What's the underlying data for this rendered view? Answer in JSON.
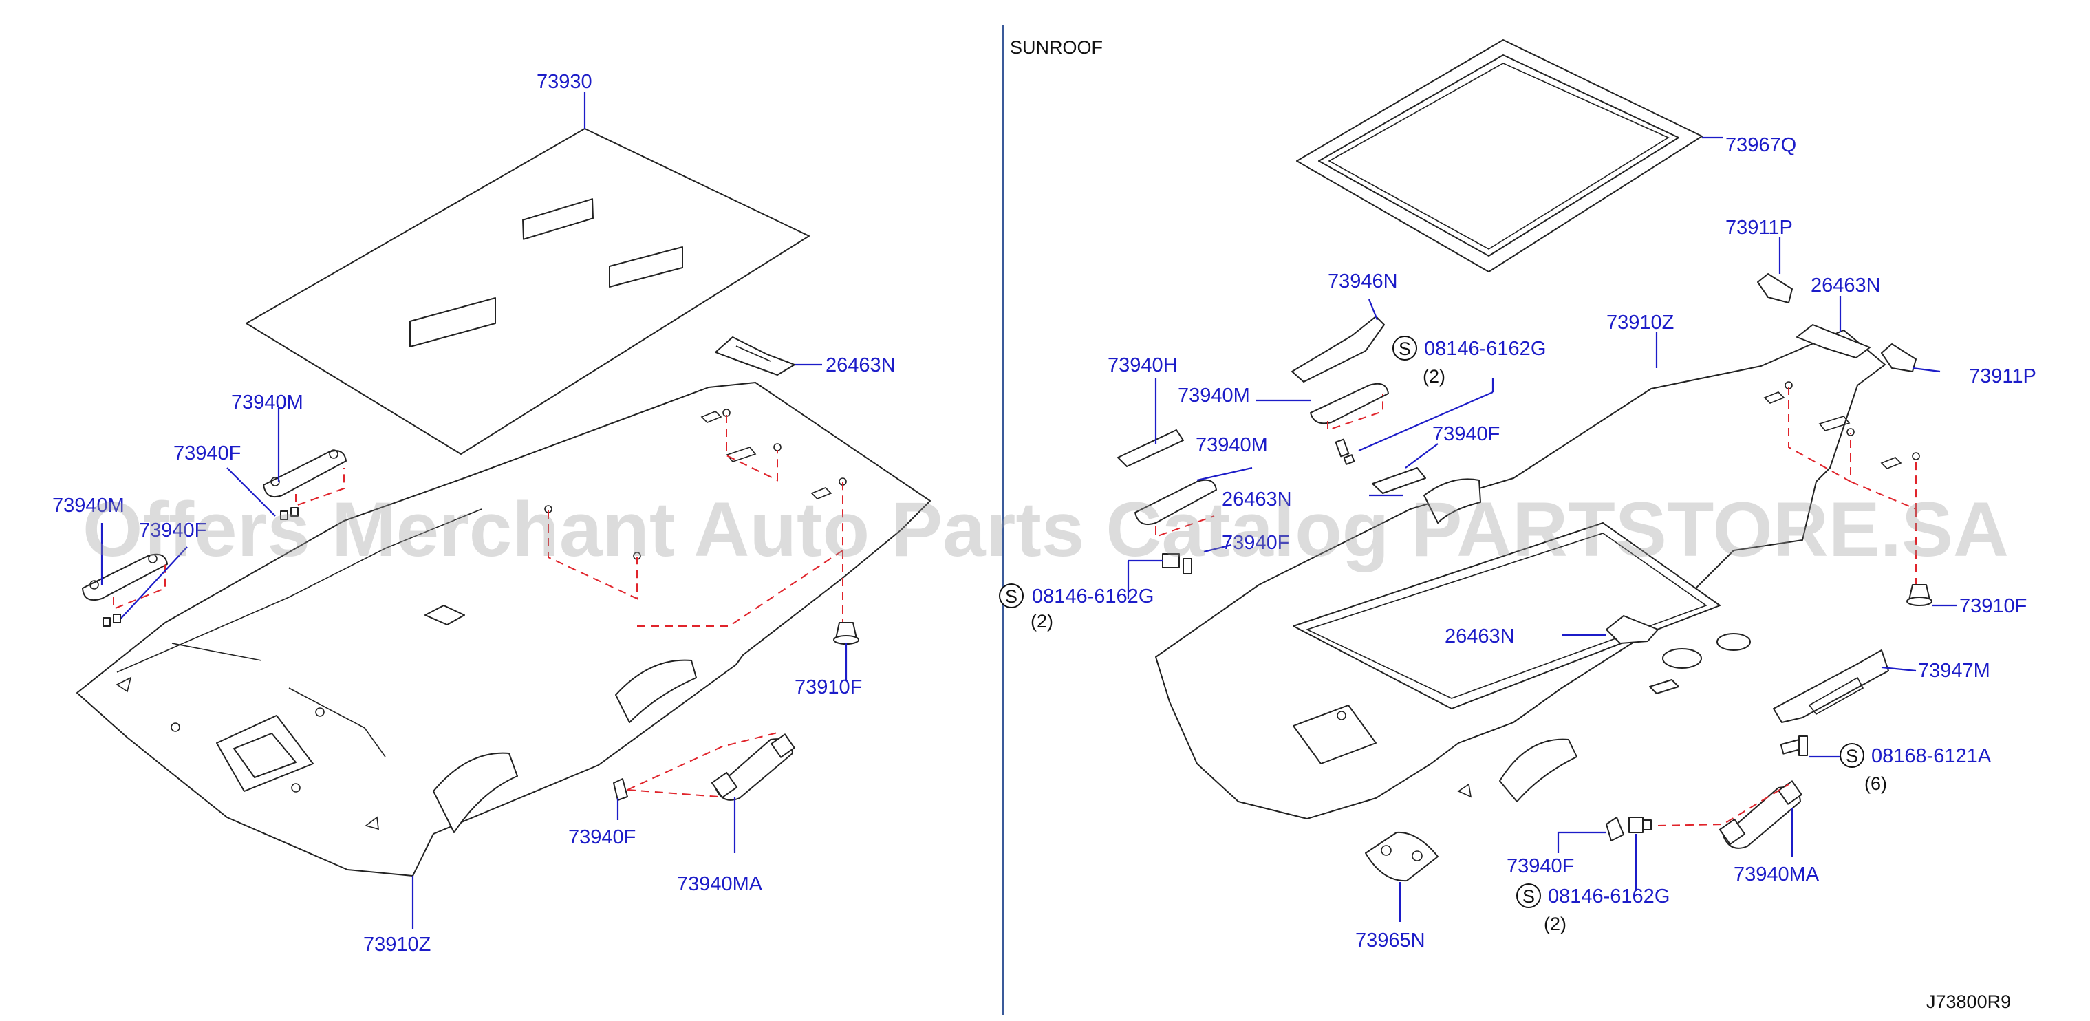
{
  "section": {
    "sunroof_title": "SUNROOF"
  },
  "diagram_id": "J73800R9",
  "watermark": "Offers Merchant Auto Parts Catalog PARTSTORE.SA",
  "screw_symbol": "S",
  "colors": {
    "label": "#1c1cc8",
    "dash": "#e0242b",
    "outline": "#222222"
  },
  "left": {
    "lbl_73930": "73930",
    "lbl_26463N": "26463N",
    "lbl_73940M_upper": "73940M",
    "lbl_73940F_upper": "73940F",
    "lbl_73940M_left": "73940M",
    "lbl_73940F_left": "73940F",
    "lbl_73910F": "73910F",
    "lbl_73940F_low": "73940F",
    "lbl_73940MA": "73940MA",
    "lbl_73910Z": "73910Z"
  },
  "right": {
    "lbl_73967Q": "73967Q",
    "lbl_73911P_top": "73911P",
    "lbl_26463N_top": "26463N",
    "lbl_73911P_right": "73911P",
    "lbl_73946N": "73946N",
    "lbl_08146_top": "08146-6162G",
    "qty_08146_top": "(2)",
    "lbl_73910Z": "73910Z",
    "lbl_73940H": "73940H",
    "lbl_73940M_a": "73940M",
    "lbl_73940F_a": "73940F",
    "lbl_73940M_b": "73940M",
    "lbl_26463N_mid": "26463N",
    "lbl_73940F_b": "73940F",
    "lbl_08146_left": "08146-6162G",
    "qty_08146_left": "(2)",
    "lbl_26463N_center": "26463N",
    "lbl_73910F": "73910F",
    "lbl_73947M": "73947M",
    "lbl_08168": "08168-6121A",
    "qty_08168": "(6)",
    "lbl_73940F_low": "73940F",
    "lbl_08146_low": "08146-6162G",
    "qty_08146_low": "(2)",
    "lbl_73940MA": "73940MA",
    "lbl_73965N": "73965N"
  }
}
